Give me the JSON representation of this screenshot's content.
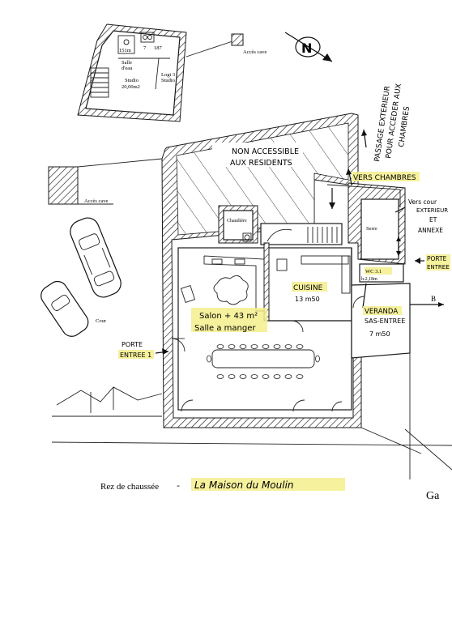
{
  "colors": {
    "paper": "#ffffff",
    "ink": "#1a1a1a",
    "highlighter": "#f5ef8c"
  },
  "upper_floor": {
    "room_number_1": "151m",
    "room_number_2": "7",
    "room_number_3": "187",
    "salle_label": "Salle",
    "eau_label": "d'eau",
    "studio_label": "Studio",
    "studio_area": "20,00m2",
    "logt_label": "Logt 3",
    "logt_studio": "Studio",
    "acces_cave_top": "Accès cave"
  },
  "compass": {
    "letter": "N",
    "icon": "north-arrow-icon"
  },
  "handwritten_right": {
    "line1": "PASSAGE EXTERIEUR",
    "line2": "POUR ACCEDER AUX",
    "line3": "CHAMBRES"
  },
  "ground_floor": {
    "non_accessible_line1": "NON ACCESSIBLE",
    "non_accessible_line2": "AUX RESIDENTS",
    "vers_chambres": "VERS CHAMBRES",
    "vers_cour_1": "Vers cour",
    "vers_cour_2": "EXTERIEUR",
    "vers_cour_3": "ET",
    "vers_cour_4": "ANNEXE",
    "chaudiere": "Chaudière",
    "serre": "Serre",
    "porte_entree_right_1": "PORTE",
    "porte_entree_right_2": "ENTREE",
    "wc_label": "WC 3.1",
    "wc_area": "h:2,18m",
    "cuisine_label": "CUISINE",
    "cuisine_area": "13 m50",
    "veranda_label": "VERANDA",
    "sas_label": "SAS-ENTREE",
    "veranda_area": "7 m50",
    "salon_line1": "Salon + 43 m²",
    "salon_line2": "Salle a manger",
    "porte_entree1_line1": "PORTE",
    "porte_entree1_line2": "ENTREE 1",
    "acces_cave_left": "Accès cave",
    "cour_label": "Cour",
    "marker_b": "B"
  },
  "footer": {
    "rez_label": "Rez de chaussée",
    "dash": "-",
    "house_name": "La Maison du Moulin",
    "corner_text": "Ga"
  }
}
